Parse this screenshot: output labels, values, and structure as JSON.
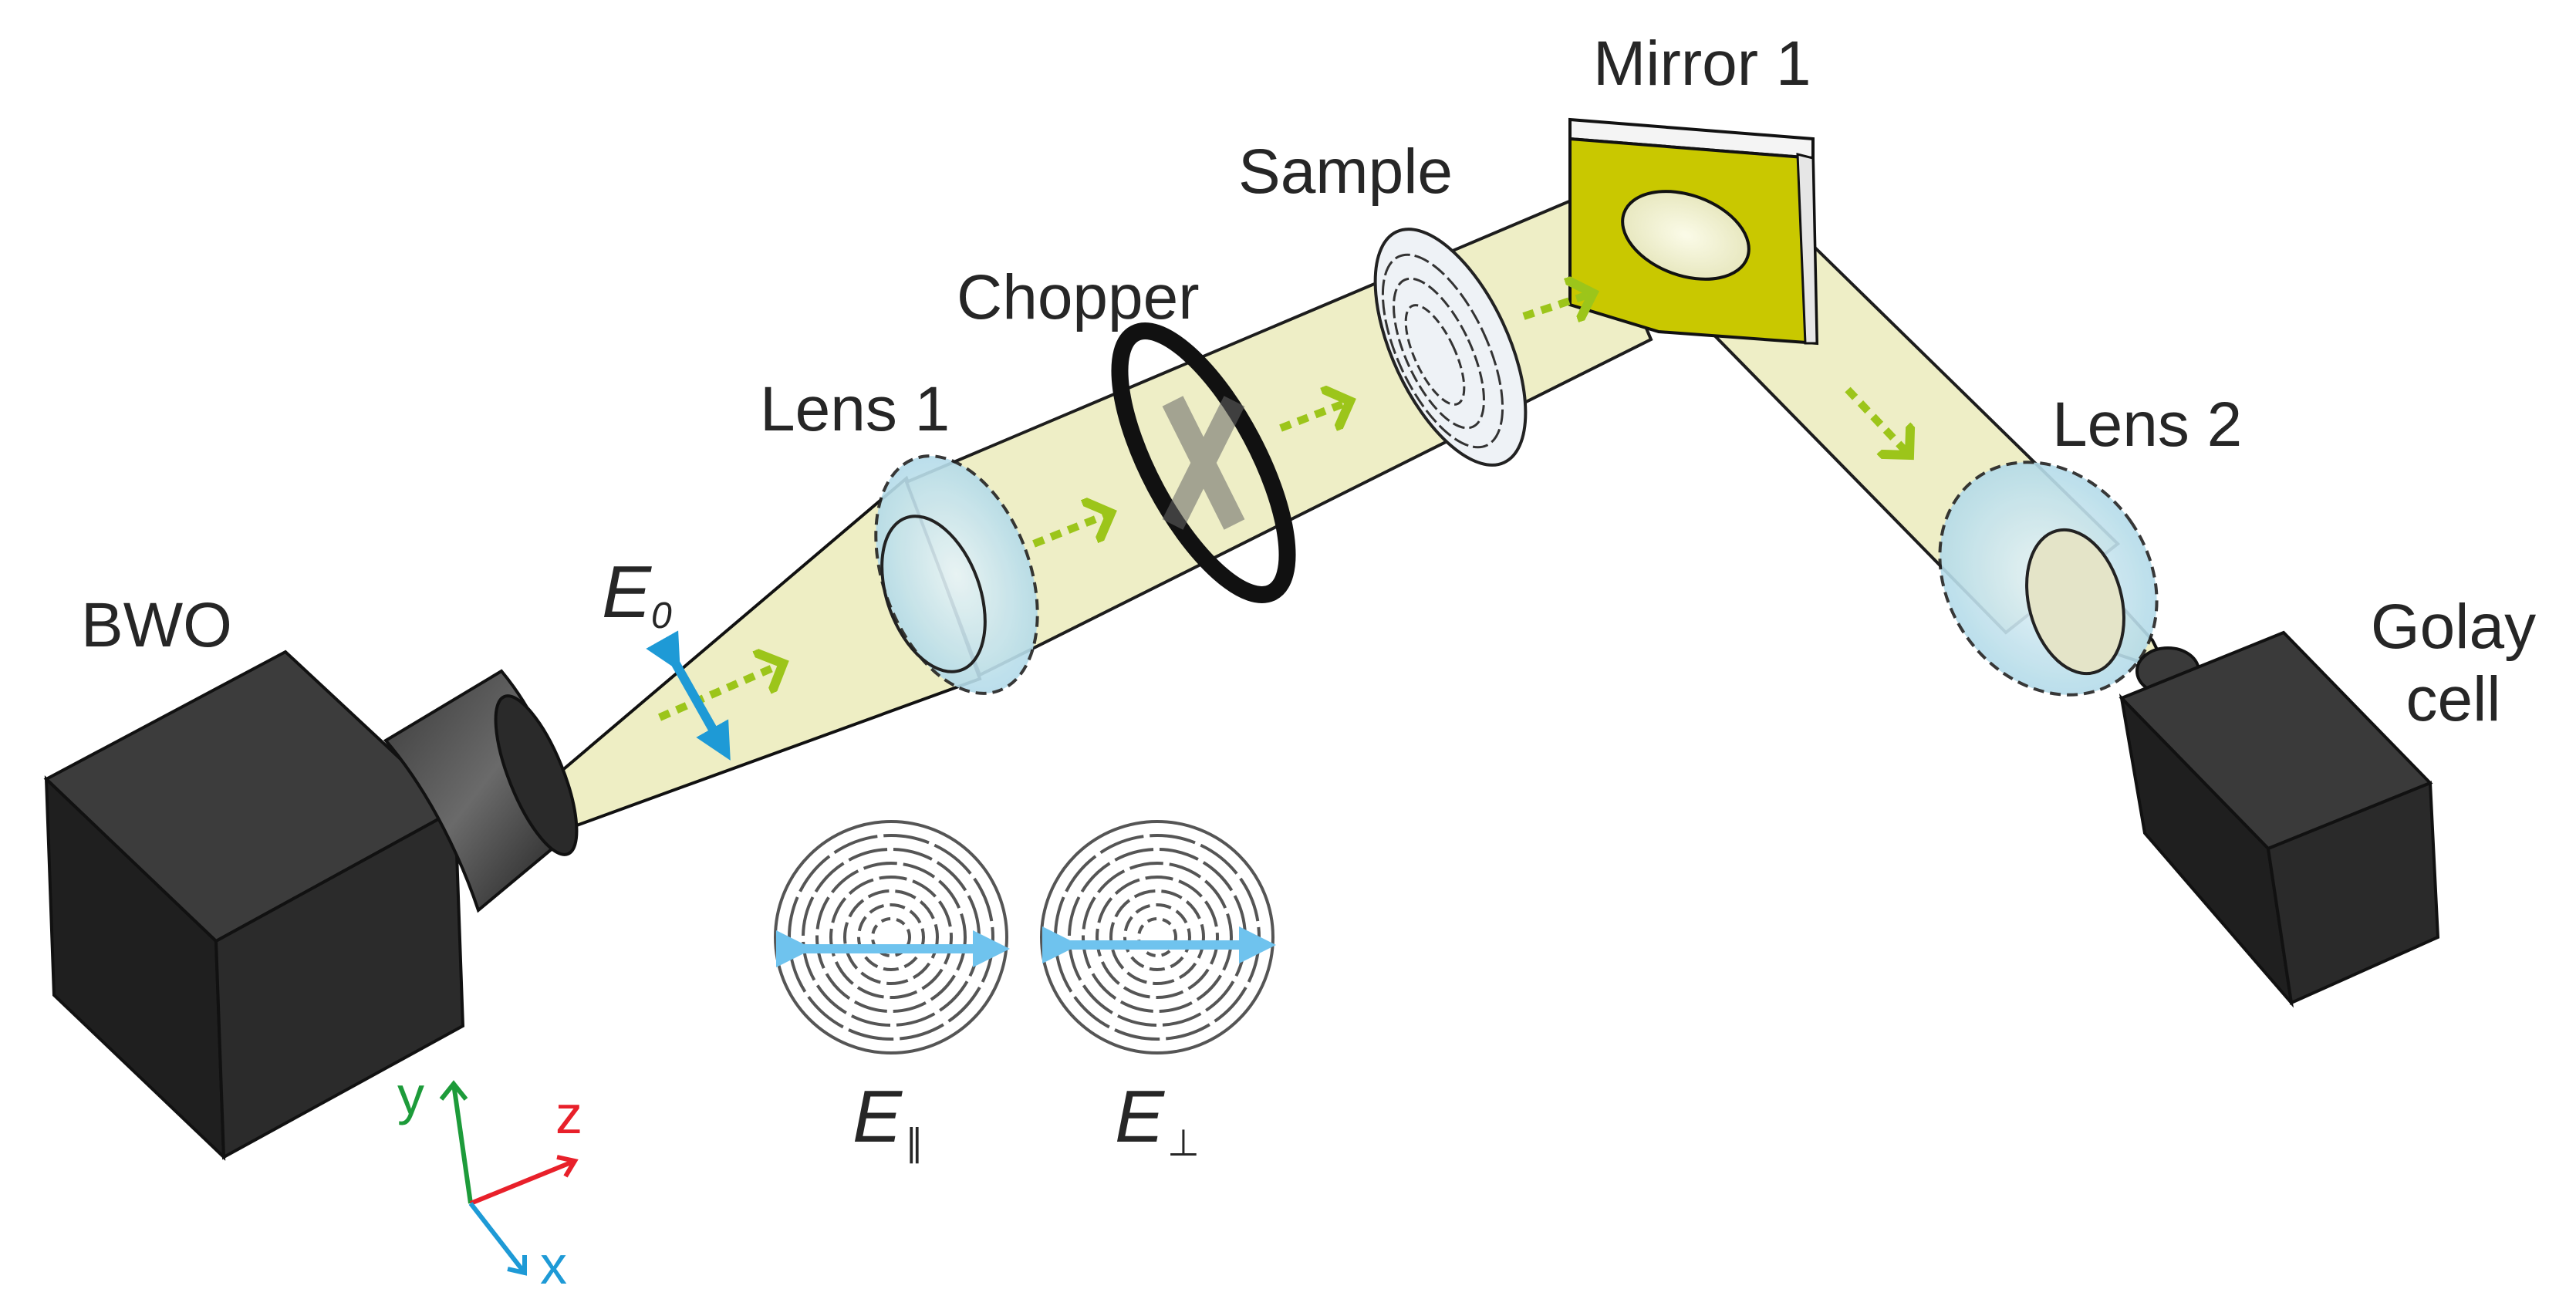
{
  "labels": {
    "bwo": "BWO",
    "mirror1": "Mirror 1",
    "sample": "Sample",
    "chopper": "Chopper",
    "lens1": "Lens 1",
    "lens2": "Lens 2",
    "golay_line1": "Golay",
    "golay_line2": "cell"
  },
  "field": {
    "e0_base": "E",
    "e0_sub": "0",
    "e_par_base": "E",
    "e_par_sub": "∥",
    "e_perp_base": "E",
    "e_perp_sub": "⊥"
  },
  "axes": {
    "x": "x",
    "y": "y",
    "z": "z"
  },
  "colors": {
    "beam_fill": "#eeeec4",
    "beam_arrows": "#9cc51a",
    "polarization": "#1e9ad6",
    "polarization_light": "#6fc3ee",
    "mirror": "#c9c800",
    "axis_x": "#1e9ad6",
    "axis_y": "#1d9b3a",
    "axis_z": "#e8202a"
  }
}
